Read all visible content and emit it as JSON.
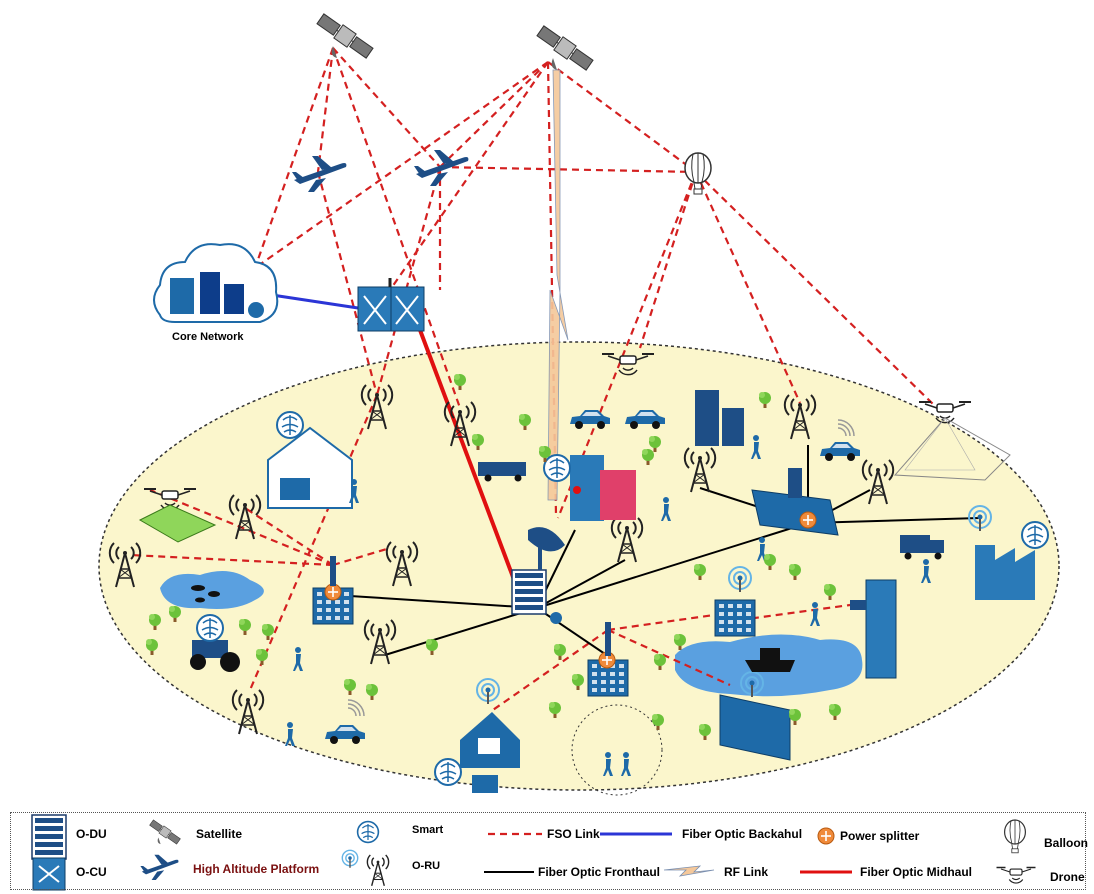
{
  "core_network_label": "Core Network",
  "legend": {
    "odu": "O-DU",
    "ocu": "O-CU",
    "satellite": "Satellite",
    "hap": "High Altitude Platform",
    "smart": "Smart",
    "oru": "O-RU",
    "fso": "FSO Link",
    "fiber_fronthaul": "Fiber Optic Fronthaul",
    "fiber_backhaul": "Fiber Optic Backahul",
    "rf_link": "RF Link",
    "power_splitter": "Power splitter",
    "fiber_midhaul": "Fiber Optic Midhaul",
    "balloon": "Balloon",
    "drone": "Drone"
  },
  "colors": {
    "fso": "#d42020",
    "fronthaul": "#000000",
    "backhaul": "#2b35d6",
    "midhaul": "#e01010",
    "rf": "#f5c89a",
    "ground": "#fbf6cc",
    "device": "#1e6aa8",
    "water": "#5aa0e0",
    "tree": "#6cc23a",
    "splitter": "#f08a3a"
  }
}
